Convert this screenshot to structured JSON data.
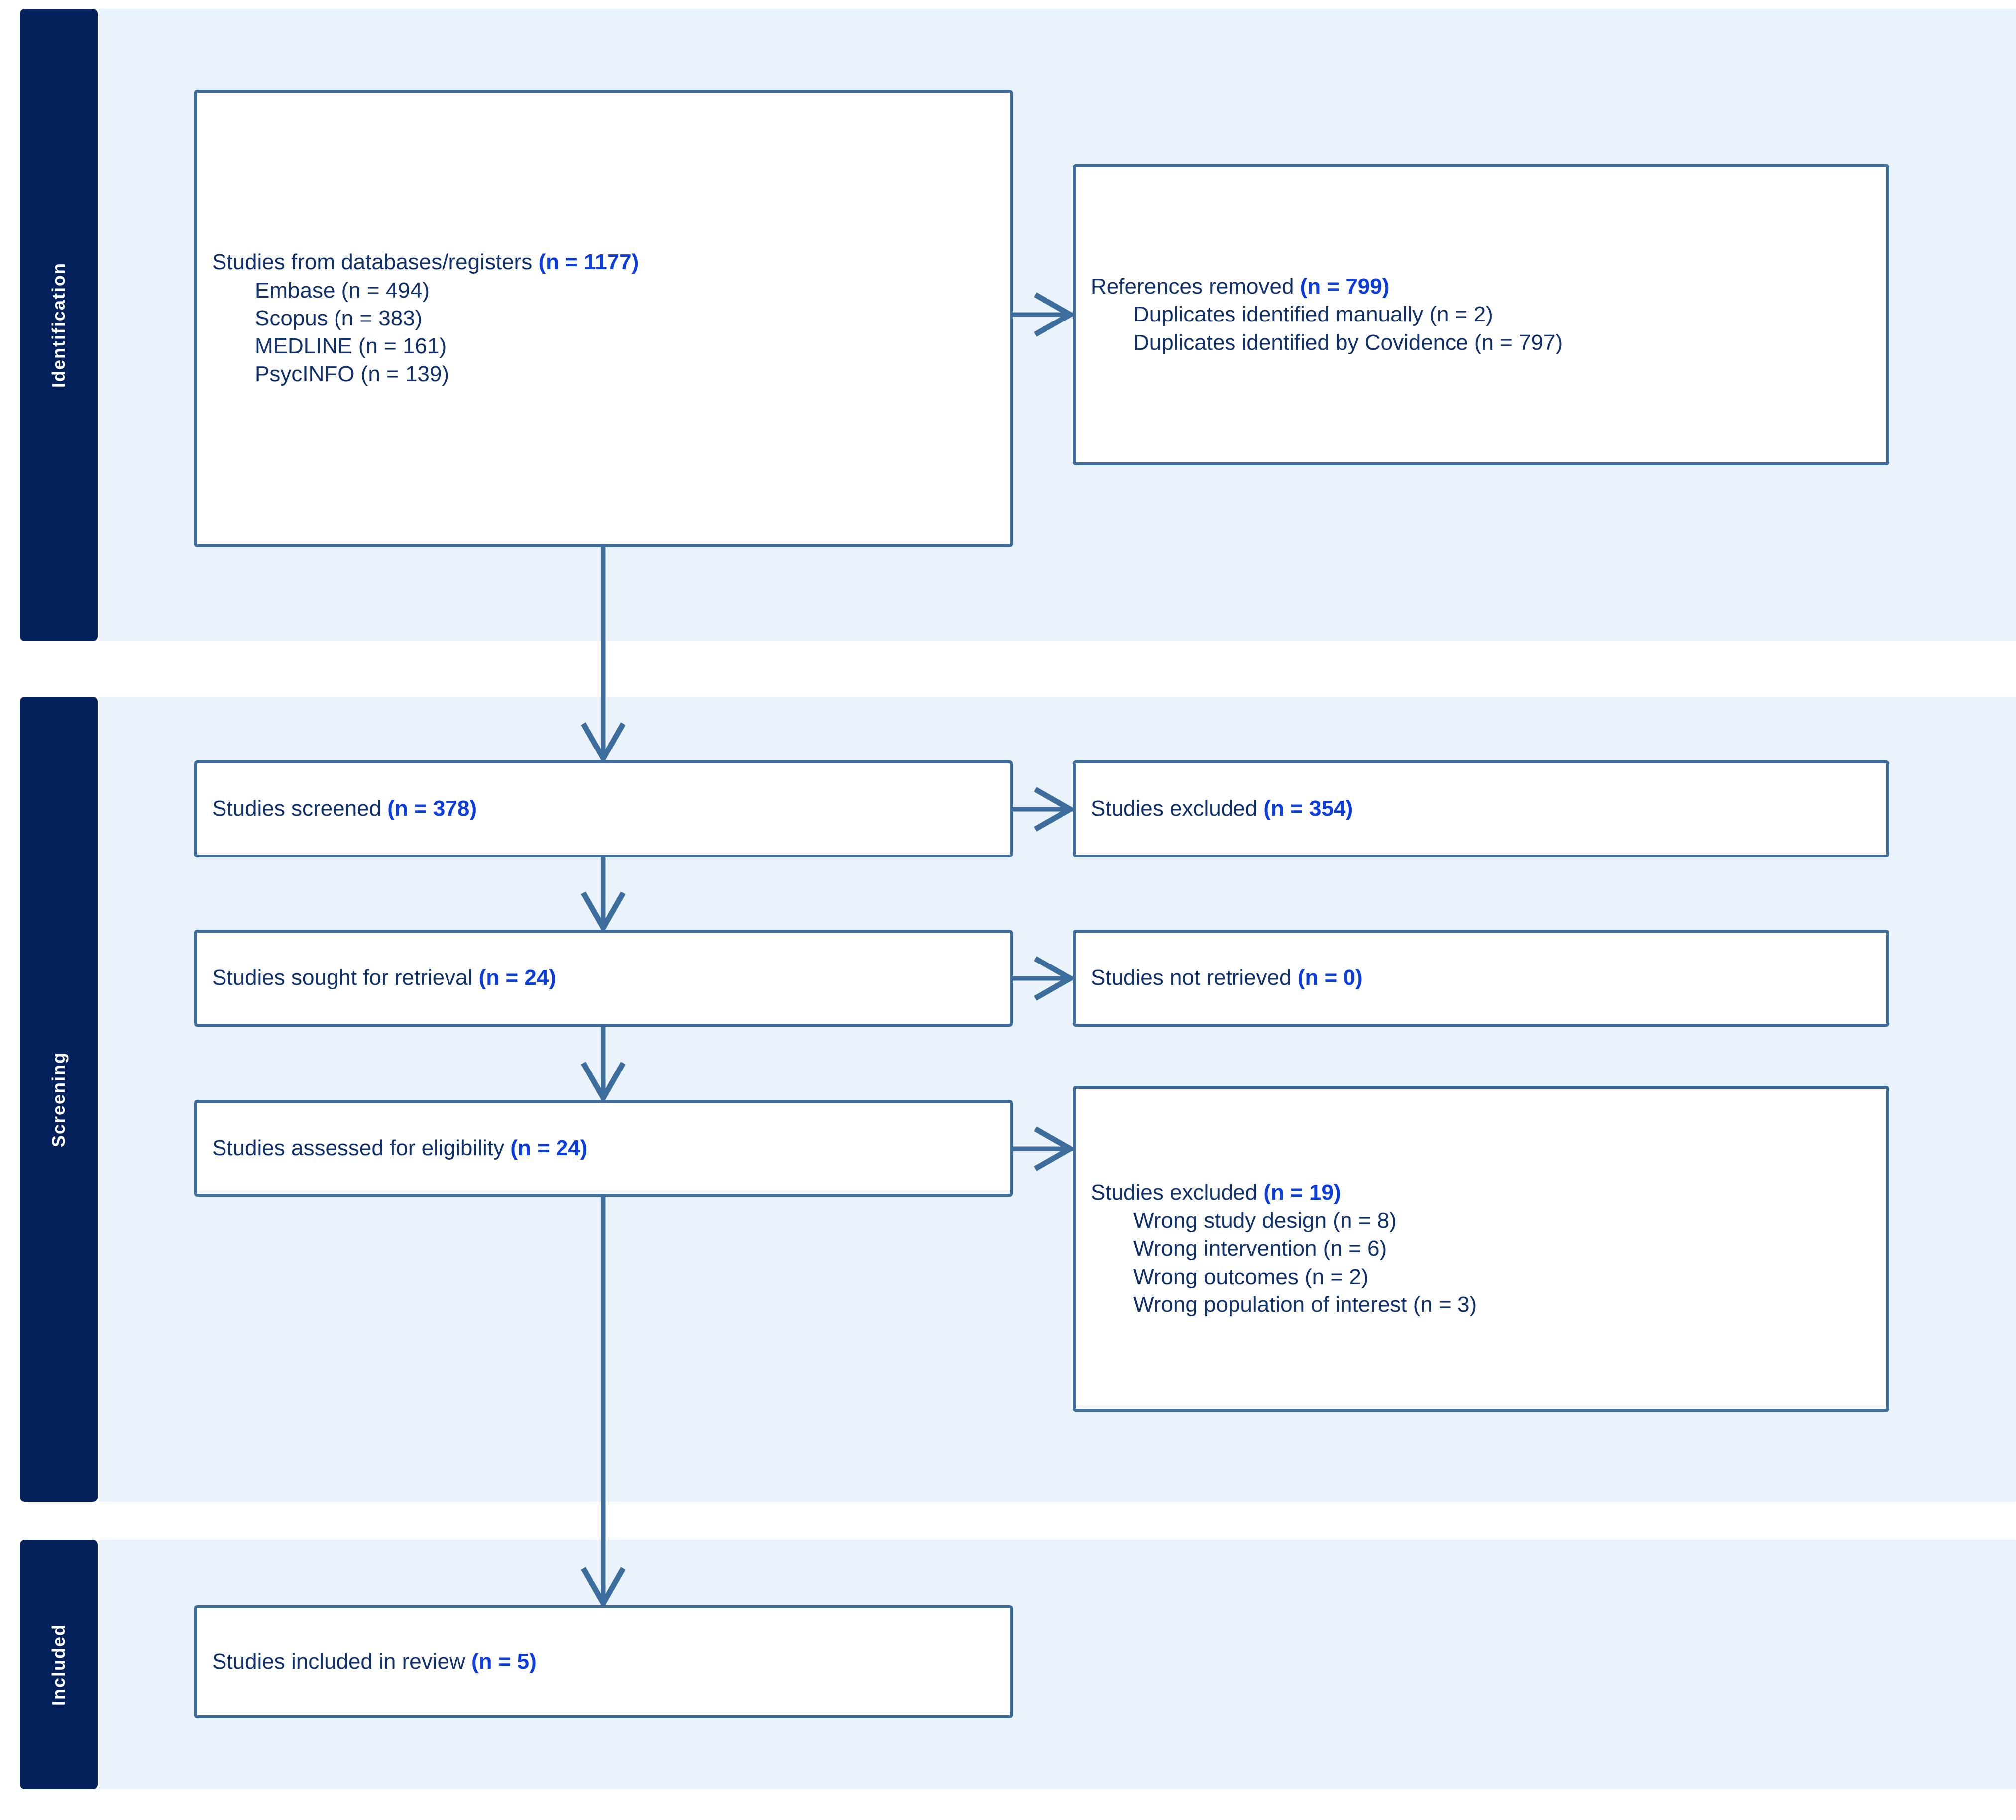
{
  "diagram": {
    "title": "PRISMA flow diagram",
    "colors": {
      "band_background": "#eaf2fc",
      "phase_tab": "#05215c",
      "box_border": "#3d6d9c",
      "label_text": "#10306b",
      "count_accent": "#0b3ddd"
    }
  },
  "phases": [
    {
      "id": "identification",
      "label": "Identification"
    },
    {
      "id": "screening",
      "label": "Screening"
    },
    {
      "id": "included",
      "label": "Included"
    }
  ],
  "nodes": {
    "databases": {
      "title": "Studies from databases/registers",
      "count": "(n = 1177)",
      "sub": [
        "Embase (n = 494)",
        "Scopus (n = 383)",
        "MEDLINE (n = 161)",
        "PsycINFO (n = 139)"
      ]
    },
    "refs_removed": {
      "title": "References removed",
      "count": "(n = 799)",
      "sub": [
        "Duplicates identified manually (n = 2)",
        "Duplicates identified by Covidence (n = 797)"
      ]
    },
    "screened": {
      "title": "Studies screened",
      "count": "(n = 378)"
    },
    "excluded_screening": {
      "title": "Studies excluded",
      "count": "(n = 354)"
    },
    "sought": {
      "title": "Studies sought for retrieval",
      "count": "(n = 24)"
    },
    "not_retrieved": {
      "title": "Studies not retrieved",
      "count": "(n = 0)"
    },
    "assessed": {
      "title": "Studies assessed for eligibility",
      "count": "(n = 24)"
    },
    "excluded_eligibility": {
      "title": "Studies excluded",
      "count": "(n = 19)",
      "sub": [
        "Wrong study design (n = 8)",
        "Wrong intervention (n = 6)",
        "Wrong outcomes (n = 2)",
        "Wrong population of interest (n = 3)"
      ]
    },
    "included": {
      "title": "Studies included in review",
      "count": "(n = 5)"
    }
  },
  "chart_data": {
    "type": "flowchart",
    "title": "PRISMA 2020 study selection flow",
    "stages": [
      {
        "phase": "Identification",
        "label": "Studies from databases/registers",
        "n": 1177,
        "breakdown": [
          {
            "label": "Embase",
            "n": 494
          },
          {
            "label": "Scopus",
            "n": 383
          },
          {
            "label": "MEDLINE",
            "n": 161
          },
          {
            "label": "PsycINFO",
            "n": 139
          }
        ]
      },
      {
        "phase": "Identification",
        "label": "References removed",
        "n": 799,
        "breakdown": [
          {
            "label": "Duplicates identified manually",
            "n": 2
          },
          {
            "label": "Duplicates identified by Covidence",
            "n": 797
          }
        ]
      },
      {
        "phase": "Screening",
        "label": "Studies screened",
        "n": 378
      },
      {
        "phase": "Screening",
        "label": "Studies excluded",
        "n": 354
      },
      {
        "phase": "Screening",
        "label": "Studies sought for retrieval",
        "n": 24
      },
      {
        "phase": "Screening",
        "label": "Studies not retrieved",
        "n": 0
      },
      {
        "phase": "Screening",
        "label": "Studies assessed for eligibility",
        "n": 24
      },
      {
        "phase": "Screening",
        "label": "Studies excluded",
        "n": 19,
        "breakdown": [
          {
            "label": "Wrong study design",
            "n": 8
          },
          {
            "label": "Wrong intervention",
            "n": 6
          },
          {
            "label": "Wrong outcomes",
            "n": 2
          },
          {
            "label": "Wrong population of interest",
            "n": 3
          }
        ]
      },
      {
        "phase": "Included",
        "label": "Studies included in review",
        "n": 5
      }
    ]
  }
}
